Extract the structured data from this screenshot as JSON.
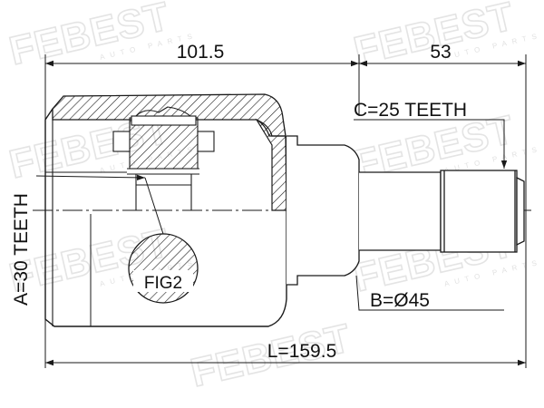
{
  "dimensions": {
    "upper_left": "101.5",
    "upper_right": "53",
    "overall_length": "L=159.5"
  },
  "callouts": {
    "teeth_outer": "C=25 TEETH",
    "teeth_inner": "A=30 TEETH",
    "diameter": "B=Ø45",
    "detail": "FIG2"
  },
  "watermark": {
    "brand": "FEBEST",
    "subtitle": "AUTO PARTS"
  },
  "colors": {
    "line": "#1a1a1a",
    "watermark": "#e4e4e4"
  }
}
